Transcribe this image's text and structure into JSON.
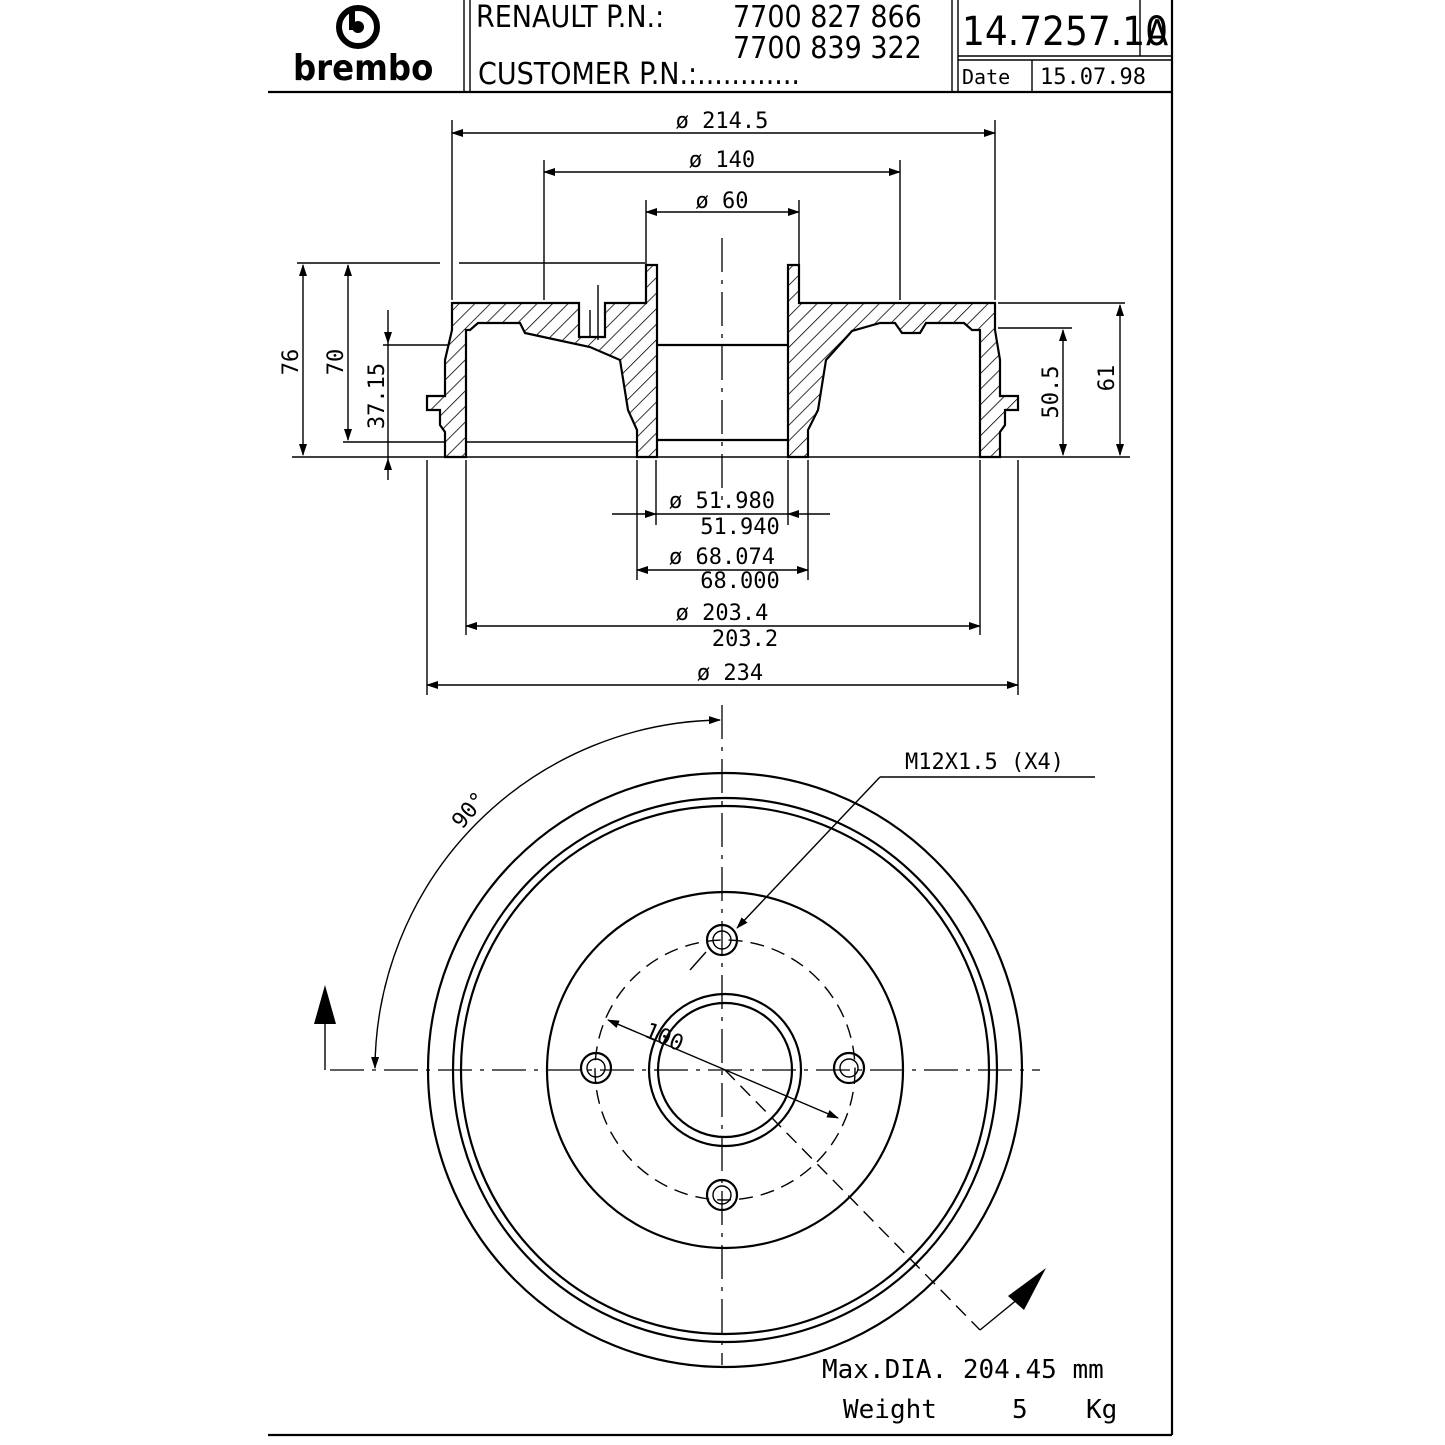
{
  "title_block": {
    "logo_text": "brembo",
    "oem_label": "RENAULT P.N.:",
    "oem_numbers": [
      "7700 827 866",
      "7700 839 322"
    ],
    "customer_label": "CUSTOMER P.N.:............",
    "part_number": "14.7257.10",
    "revision": "A",
    "date_label": "Date",
    "date": "15.07.98"
  },
  "section_view": {
    "dim_outer_flange": "ø 214.5",
    "dim_140": "ø 140",
    "dim_60": "ø 60",
    "dim_76": "76",
    "dim_70": "70",
    "dim_37_15": "37.15",
    "dim_50_5": "50.5",
    "dim_61": "61",
    "dim_hub_max": "ø 51.980",
    "dim_hub_min": "51.940",
    "dim_bore_max": "ø 68.074",
    "dim_bore_min": "68.000",
    "dim_drum_max": "ø 203.4",
    "dim_drum_min": "203.2",
    "dim_overall": "ø 234"
  },
  "front_view": {
    "angle_label": "90°",
    "thread_label": "M12X1.5 (X4)",
    "pcd_label": "100"
  },
  "specs": {
    "max_dia": "Max.DIA. 204.45 mm",
    "weight_label": "Weight",
    "weight_value": "5",
    "weight_unit": "Kg"
  }
}
